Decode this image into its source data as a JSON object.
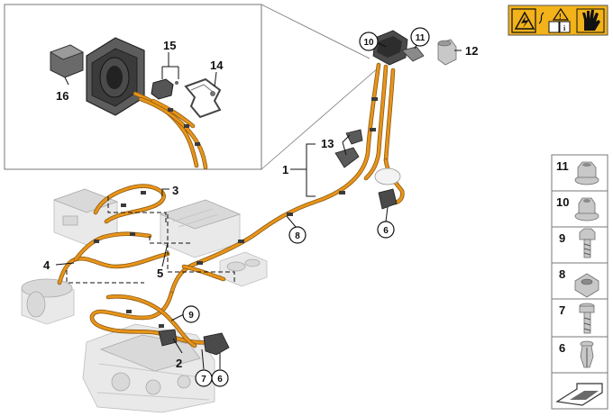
{
  "callouts": {
    "c1": "1",
    "c2": "2",
    "c3": "3",
    "c4": "4",
    "c5": "5",
    "c6a": "6",
    "c6b": "6",
    "c7": "7",
    "c8": "8",
    "c9": "9",
    "c10": "10",
    "c11": "11",
    "c12": "12",
    "c13": "13",
    "c14": "14",
    "c15": "15",
    "c16": "16"
  },
  "legend": {
    "items": [
      {
        "number": "11",
        "part": "hex-flange-nut"
      },
      {
        "number": "10",
        "part": "flange-nut"
      },
      {
        "number": "9",
        "part": "hex-bolt"
      },
      {
        "number": "8",
        "part": "cage-nut"
      },
      {
        "number": "7",
        "part": "torx-bolt"
      },
      {
        "number": "6",
        "part": "expanding-rivet"
      }
    ]
  },
  "warning": {
    "icons": [
      "electrical-hazard-icon",
      "read-manual-icon",
      "protective-gloves-icon"
    ],
    "color": "#f2b21a"
  },
  "colors": {
    "harness": "#e8941a",
    "ghost": "#e9e9e9"
  }
}
